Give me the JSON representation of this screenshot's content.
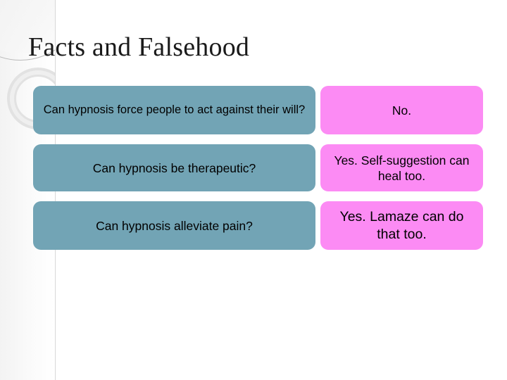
{
  "slide": {
    "title": "Facts and Falsehood",
    "colors": {
      "question_cell": "#72A4B5",
      "answer_cell": "#FC8BF4",
      "text": "#000000",
      "background": "#FFFFFF",
      "decoration": "#E2E2E2",
      "divider_line": "#D8D8D8"
    }
  },
  "qa_table": {
    "rows": [
      {
        "question": "Can hypnosis force people to act against their will?",
        "answer": "No."
      },
      {
        "question": "Can hypnosis be therapeutic?",
        "answer": "Yes. Self-suggestion can heal too."
      },
      {
        "question": "Can hypnosis alleviate pain?",
        "answer": "Yes. Lamaze can do that too."
      }
    ]
  }
}
